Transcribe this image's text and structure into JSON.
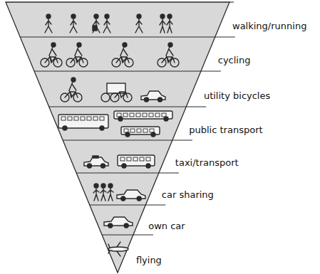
{
  "diagram": {
    "nodes": [
      {
        "text": [
          "walking/running"
        ]
      },
      {
        "text": [
          "cycling"
        ]
      },
      {
        "text": [
          "utility bicycles"
        ]
      },
      {
        "text": [
          "public transport"
        ]
      },
      {
        "text": [
          "taxi/transport"
        ]
      },
      {
        "text": [
          "car sharing"
        ]
      },
      {
        "text": [
          "own car"
        ]
      },
      {
        "text": [
          "flying"
        ]
      }
    ]
  }
}
